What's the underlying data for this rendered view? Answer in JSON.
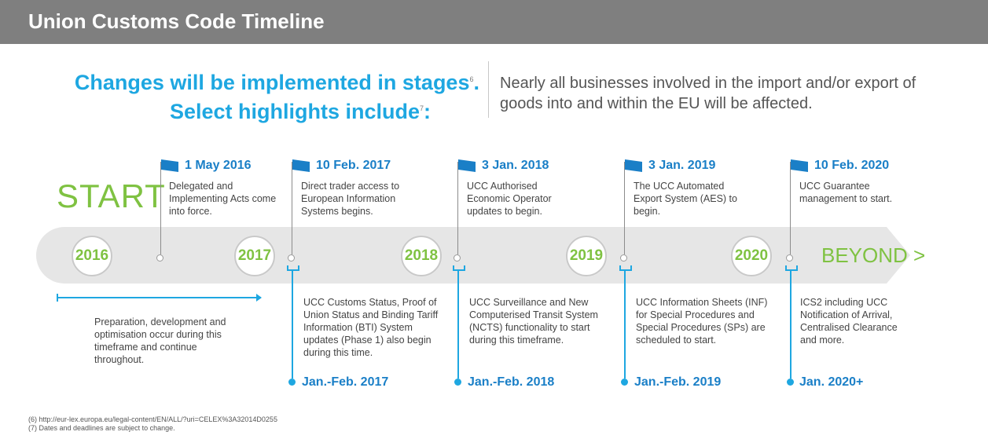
{
  "header": {
    "title": "Union Customs Code Timeline"
  },
  "intro": {
    "line1": "Changes will be implemented in stages",
    "line1_note": "6",
    "line1_end": ".",
    "line2": "Select highlights include",
    "line2_note": "7",
    "line2_end": ":",
    "right_text": "Nearly all businesses involved in the import and/or export of goods into and within the EU will be affected."
  },
  "timeline": {
    "start_label": "START",
    "beyond_label": "BEYOND >",
    "years": [
      "2016",
      "2017",
      "2018",
      "2019",
      "2020"
    ],
    "top_events": [
      {
        "date": "1 May 2016",
        "text": "Delegated and Implementing Acts come into force."
      },
      {
        "date": "10 Feb. 2017",
        "text": "Direct trader access to European Information Systems begins."
      },
      {
        "date": "3 Jan. 2018",
        "text": "UCC Authorised Economic Operator updates to begin."
      },
      {
        "date": "3 Jan. 2019",
        "text": "The UCC Automated Export System (AES) to begin."
      },
      {
        "date": "10 Feb. 2020",
        "text": "UCC Guarantee management to start."
      }
    ],
    "preparation_text": "Preparation, development and optimisation occur during this timeframe and continue throughout.",
    "bottom_events": [
      {
        "text": "UCC Customs Status, Proof of Union Status and Binding Tariff Information (BTI) System updates (Phase 1) also begin during this time.",
        "date": "Jan.-Feb. 2017"
      },
      {
        "text": "UCC Surveillance and New Computerised Transit System (NCTS) functionality to start during this timeframe.",
        "date": "Jan.-Feb. 2018"
      },
      {
        "text": "UCC Information Sheets (INF) for Special Procedures and Special Procedures (SPs) are scheduled to start.",
        "date": "Jan.-Feb. 2019"
      },
      {
        "text": "ICS2 including UCC Notification of Arrival, Centralised Clearance and more.",
        "date": "Jan. 2020+"
      }
    ]
  },
  "footnotes": [
    "(6)  http://eur-lex.europa.eu/legal-content/EN/ALL/?uri=CELEX%3A32014D0255",
    "(7)  Dates and deadlines are subject to change."
  ],
  "colors": {
    "header_bg": "#7f7f7f",
    "accent_blue": "#1ea7e1",
    "date_blue": "#1a7fc7",
    "green": "#7fc242",
    "band_grey": "#e6e6e6"
  },
  "icons": [
    "flag-icon",
    "hollow-dot-icon",
    "blue-dot-icon",
    "arrow-icon"
  ]
}
